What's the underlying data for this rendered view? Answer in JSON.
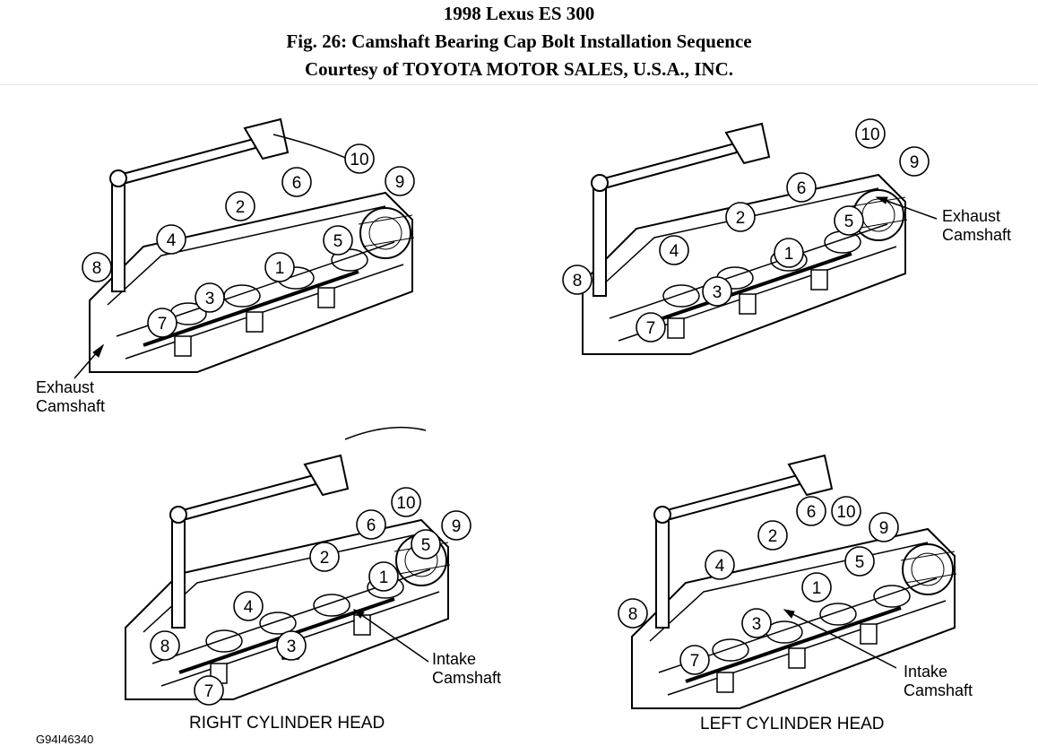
{
  "header": {
    "line1": "1998 Lexus ES 300",
    "line2": "Fig. 26: Camshaft Bearing Cap Bolt Installation Sequence",
    "line3": "Courtesy of TOYOTA MOTOR SALES, U.S.A., INC."
  },
  "panels": {
    "top_left": {
      "callout_line1": "Exhaust",
      "callout_line2": "Camshaft"
    },
    "top_right": {
      "callout_line1": "Exhaust",
      "callout_line2": "Camshaft"
    },
    "bottom_left": {
      "callout_line1": "Intake",
      "callout_line2": "Camshaft",
      "caption": "RIGHT CYLINDER HEAD"
    },
    "bottom_right": {
      "callout_line1": "Intake",
      "callout_line2": "Camshaft",
      "caption": "LEFT CYLINDER HEAD"
    }
  },
  "sequence": [
    "1",
    "2",
    "3",
    "4",
    "5",
    "6",
    "7",
    "8",
    "9",
    "10"
  ],
  "figure_code": "G94I46340",
  "colors": {
    "ink": "#000000",
    "background": "#ffffff"
  }
}
